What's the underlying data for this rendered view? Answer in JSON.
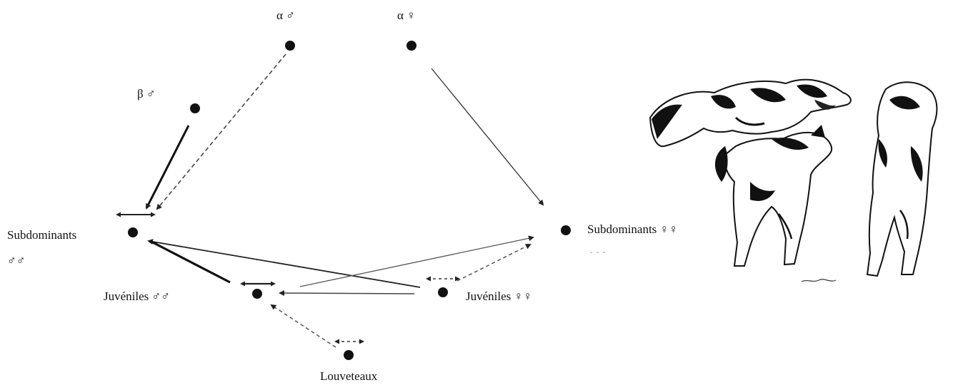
{
  "nodes": {
    "alpha_male": "α ♂",
    "alpha_female": "α ♀",
    "beta_male": "β ♂",
    "subdominant_males": "Subdominants",
    "subdominant_males_symbol": "♂♂",
    "subdominant_females": "Subdominants ♀♀",
    "juvenile_males": "Juvéniles ♂♂",
    "juvenile_females": "Juvéniles ♀♀",
    "pups": "Louveteaux"
  },
  "colors": {
    "ink": "#111111",
    "arrow": "#333333"
  },
  "illustration": {
    "subject": "wolves-standing-dominance-illustration"
  }
}
